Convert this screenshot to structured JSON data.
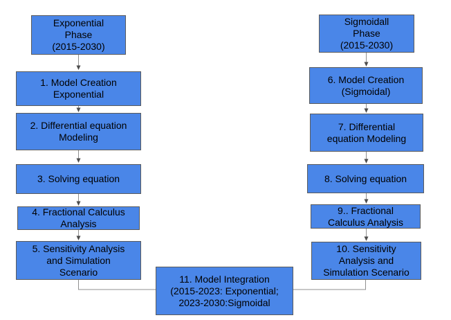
{
  "colors": {
    "background": "#ffffff",
    "box_fill": "#4a86e8",
    "box_border": "#5a5a5a",
    "connector": "#8f8f8f",
    "arrowhead": "#4d4d4d",
    "text": "#000000"
  },
  "flowchart": {
    "left_column": {
      "header": "Exponential\nPhase\n(2015-2030)",
      "steps": [
        "1. Model Creation\nExponential",
        "2. Differential equation\nModeling",
        "3. Solving equation",
        "4. Fractional Calculus\nAnalysis",
        "5. Sensitivity Analysis\nand Simulation\nScenario"
      ]
    },
    "right_column": {
      "header": "Sigmoidall\nPhase\n(2015-2030)",
      "steps": [
        "6. Model Creation\n(Sigmoidal)",
        "7. Differential\nequation Modeling",
        "8. Solving equation",
        "9.. Fractional\nCalculus Analysis",
        "10. Sensitivity\nAnalysis and\nSimulation Scenario"
      ]
    },
    "integration": "11. Model Integration\n(2015-2023: Exponential;\n2023-2030:Sigmoidal"
  }
}
